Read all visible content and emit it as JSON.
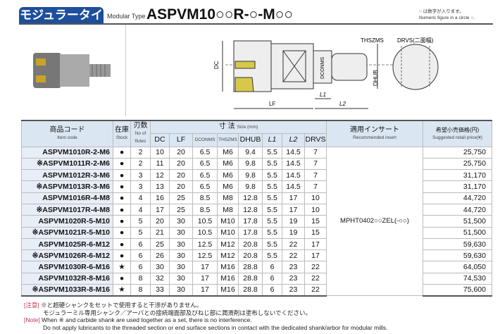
{
  "header": {
    "title_jp": "モジュラータイプ",
    "title_en": "Modular Type",
    "model": "ASPVM10○○R-○-M○○",
    "note_jp": "○ は数字が入ります。",
    "note_en": "Numeric figure in a circle ○."
  },
  "diagram": {
    "labels": {
      "dc": "DC",
      "lf": "LF",
      "dconms": "DCONMS",
      "thszms": "THSZMS",
      "dhub": "DHUB",
      "l1": "L1",
      "l2": "L2",
      "drvs": "DRVS(二面幅)"
    }
  },
  "table": {
    "headers": {
      "code_jp": "商品コード",
      "code_en": "Item code",
      "stock_jp": "在庫",
      "stock_en": "Stock",
      "flutes_jp": "刃数",
      "flutes_en": "No of flutes",
      "size_jp": "寸 法",
      "size_en": "Size (mm)",
      "dc": "DC",
      "lf": "LF",
      "dconms": "DCONMS",
      "thszms": "THSZMS",
      "dhub": "DHUB",
      "l1": "L1",
      "l2": "L2",
      "drvs": "DRVS",
      "insert_jp": "適用インサート",
      "insert_en": "Recommended insert",
      "price_jp": "希望小売価格(円)",
      "price_en": "Suggested retail price(¥)"
    },
    "insert": "MPHT0402○○ZEL(-○○)",
    "rows": [
      {
        "code": "ASPVM1010R-2-M6",
        "stock": "●",
        "z": "2",
        "dc": "10",
        "lf": "20",
        "dconms": "6.5",
        "thszms": "M6",
        "dhub": "9.4",
        "l1": "5.5",
        "l2": "14.5",
        "drvs": "7",
        "price": "25,750"
      },
      {
        "code": "※ASPVM1011R-2-M6",
        "stock": "●",
        "z": "2",
        "dc": "11",
        "lf": "20",
        "dconms": "6.5",
        "thszms": "M6",
        "dhub": "9.8",
        "l1": "5.5",
        "l2": "14.5",
        "drvs": "7",
        "price": "25,750"
      },
      {
        "code": "ASPVM1012R-3-M6",
        "stock": "●",
        "z": "3",
        "dc": "12",
        "lf": "20",
        "dconms": "6.5",
        "thszms": "M6",
        "dhub": "9.8",
        "l1": "5.5",
        "l2": "14.5",
        "drvs": "7",
        "price": "31,170"
      },
      {
        "code": "※ASPVM1013R-3-M6",
        "stock": "●",
        "z": "3",
        "dc": "13",
        "lf": "20",
        "dconms": "6.5",
        "thszms": "M6",
        "dhub": "9.8",
        "l1": "5.5",
        "l2": "14.5",
        "drvs": "7",
        "price": "31,170"
      },
      {
        "code": "ASPVM1016R-4-M8",
        "stock": "●",
        "z": "4",
        "dc": "16",
        "lf": "25",
        "dconms": "8.5",
        "thszms": "M8",
        "dhub": "12.8",
        "l1": "5.5",
        "l2": "17",
        "drvs": "10",
        "price": "44,720"
      },
      {
        "code": "※ASPVM1017R-4-M8",
        "stock": "●",
        "z": "4",
        "dc": "17",
        "lf": "25",
        "dconms": "8.5",
        "thszms": "M8",
        "dhub": "12.8",
        "l1": "5.5",
        "l2": "17",
        "drvs": "10",
        "price": "44,720"
      },
      {
        "code": "ASPVM1020R-5-M10",
        "stock": "●",
        "z": "5",
        "dc": "20",
        "lf": "30",
        "dconms": "10.5",
        "thszms": "M10",
        "dhub": "17.8",
        "l1": "5.5",
        "l2": "19",
        "drvs": "15",
        "price": "51,500"
      },
      {
        "code": "※ASPVM1021R-5-M10",
        "stock": "●",
        "z": "5",
        "dc": "21",
        "lf": "30",
        "dconms": "10.5",
        "thszms": "M10",
        "dhub": "17.8",
        "l1": "5.5",
        "l2": "19",
        "drvs": "15",
        "price": "51,500"
      },
      {
        "code": "ASPVM1025R-6-M12",
        "stock": "●",
        "z": "6",
        "dc": "25",
        "lf": "30",
        "dconms": "12.5",
        "thszms": "M12",
        "dhub": "20.8",
        "l1": "5.5",
        "l2": "22",
        "drvs": "17",
        "price": "59,630"
      },
      {
        "code": "※ASPVM1026R-6-M12",
        "stock": "●",
        "z": "6",
        "dc": "26",
        "lf": "30",
        "dconms": "12.5",
        "thszms": "M12",
        "dhub": "20.8",
        "l1": "5.5",
        "l2": "22",
        "drvs": "17",
        "price": "59,630"
      },
      {
        "code": "ASPVM1030R-6-M16",
        "stock": "★",
        "z": "6",
        "dc": "30",
        "lf": "30",
        "dconms": "17",
        "thszms": "M16",
        "dhub": "28.8",
        "l1": "6",
        "l2": "23",
        "drvs": "22",
        "price": "64,050"
      },
      {
        "code": "ASPVM1032R-8-M16",
        "stock": "●",
        "z": "8",
        "dc": "32",
        "lf": "30",
        "dconms": "17",
        "thszms": "M16",
        "dhub": "28.8",
        "l1": "6",
        "l2": "23",
        "drvs": "22",
        "price": "74,530"
      },
      {
        "code": "※ASPVM1033R-8-M16",
        "stock": "★",
        "z": "8",
        "dc": "33",
        "lf": "30",
        "dconms": "17",
        "thszms": "M16",
        "dhub": "28.8",
        "l1": "6",
        "l2": "23",
        "drvs": "22",
        "price": "75,600"
      }
    ]
  },
  "notes": {
    "tag_jp": "[注意]",
    "line1_jp": "※と超硬シャンクをセットで使用すると干渉がありません。",
    "line2_jp": "モジュラーミル専用シャンク／アーバとの接続端面部及びねじ部に潤滑剤は塗布しないでください。",
    "tag_en": "[Note]",
    "line1_en": "When ※ and carbide shank are used together as a set, there is no interference.",
    "line2_en": "Do not apply lubricants to the threaded section or end surface sections in contact with the dedicated shank/arbor for modular mills."
  }
}
